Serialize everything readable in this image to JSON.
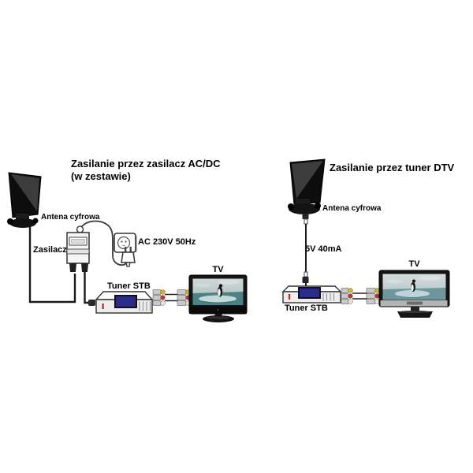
{
  "left_diagram": {
    "title_line1": "Zasilanie przez zasilacz AC/DC",
    "title_line2": "(w zestawie)",
    "antenna_label": "Antena cyfrowa",
    "power_supply_label": "Zasilacz",
    "outlet_label": "AC 230V 50Hz",
    "tuner_label": "Tuner STB",
    "tv_label": "TV"
  },
  "right_diagram": {
    "title": "Zasilanie przez tuner DTV",
    "antenna_label": "Antena cyfrowa",
    "cable_label": "5V 40mA",
    "tuner_label": "Tuner STB",
    "tv_label": "TV"
  },
  "colors": {
    "background": "#ffffff",
    "wire": "#1a1a1a",
    "tuner_display": "#2b2b8c",
    "rca_yellow": "#d9b818",
    "rca_red": "#c23230",
    "rca_white": "#efe9d2",
    "tv_sky": "#c7d0cf",
    "tv_water_left": "#4e8184",
    "tv_water_right": "#6e969c"
  }
}
